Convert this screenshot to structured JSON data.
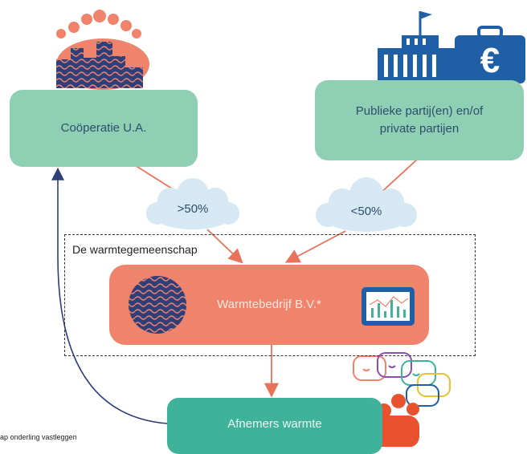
{
  "nodes": {
    "cooperatie": "Coöperatie U.A.",
    "publiek_line1": "Publieke partij(en) en/of",
    "publiek_line2": "private partijen",
    "warmtebedrijf": "Warmtebedrijf B.V.*",
    "afnemers": "Afnemers warmte"
  },
  "shares": {
    "left": ">50%",
    "right": "<50%"
  },
  "group_label": "De warmtegemeenschap",
  "footnote": "ap onderling vastleggen",
  "colors": {
    "teal_light": "#8fcfb4",
    "teal_dark": "#3fb39a",
    "salmon": "#f0836c",
    "navy": "#2e3f7a",
    "blue": "#1f5fa6",
    "cloud": "#d6e8f3"
  },
  "icons": [
    "community-icon",
    "office-building-icon",
    "euro-briefcase-icon",
    "wavy-circle-icon",
    "dashboard-chart-icon",
    "speech-bubbles-icon",
    "people-icon"
  ]
}
